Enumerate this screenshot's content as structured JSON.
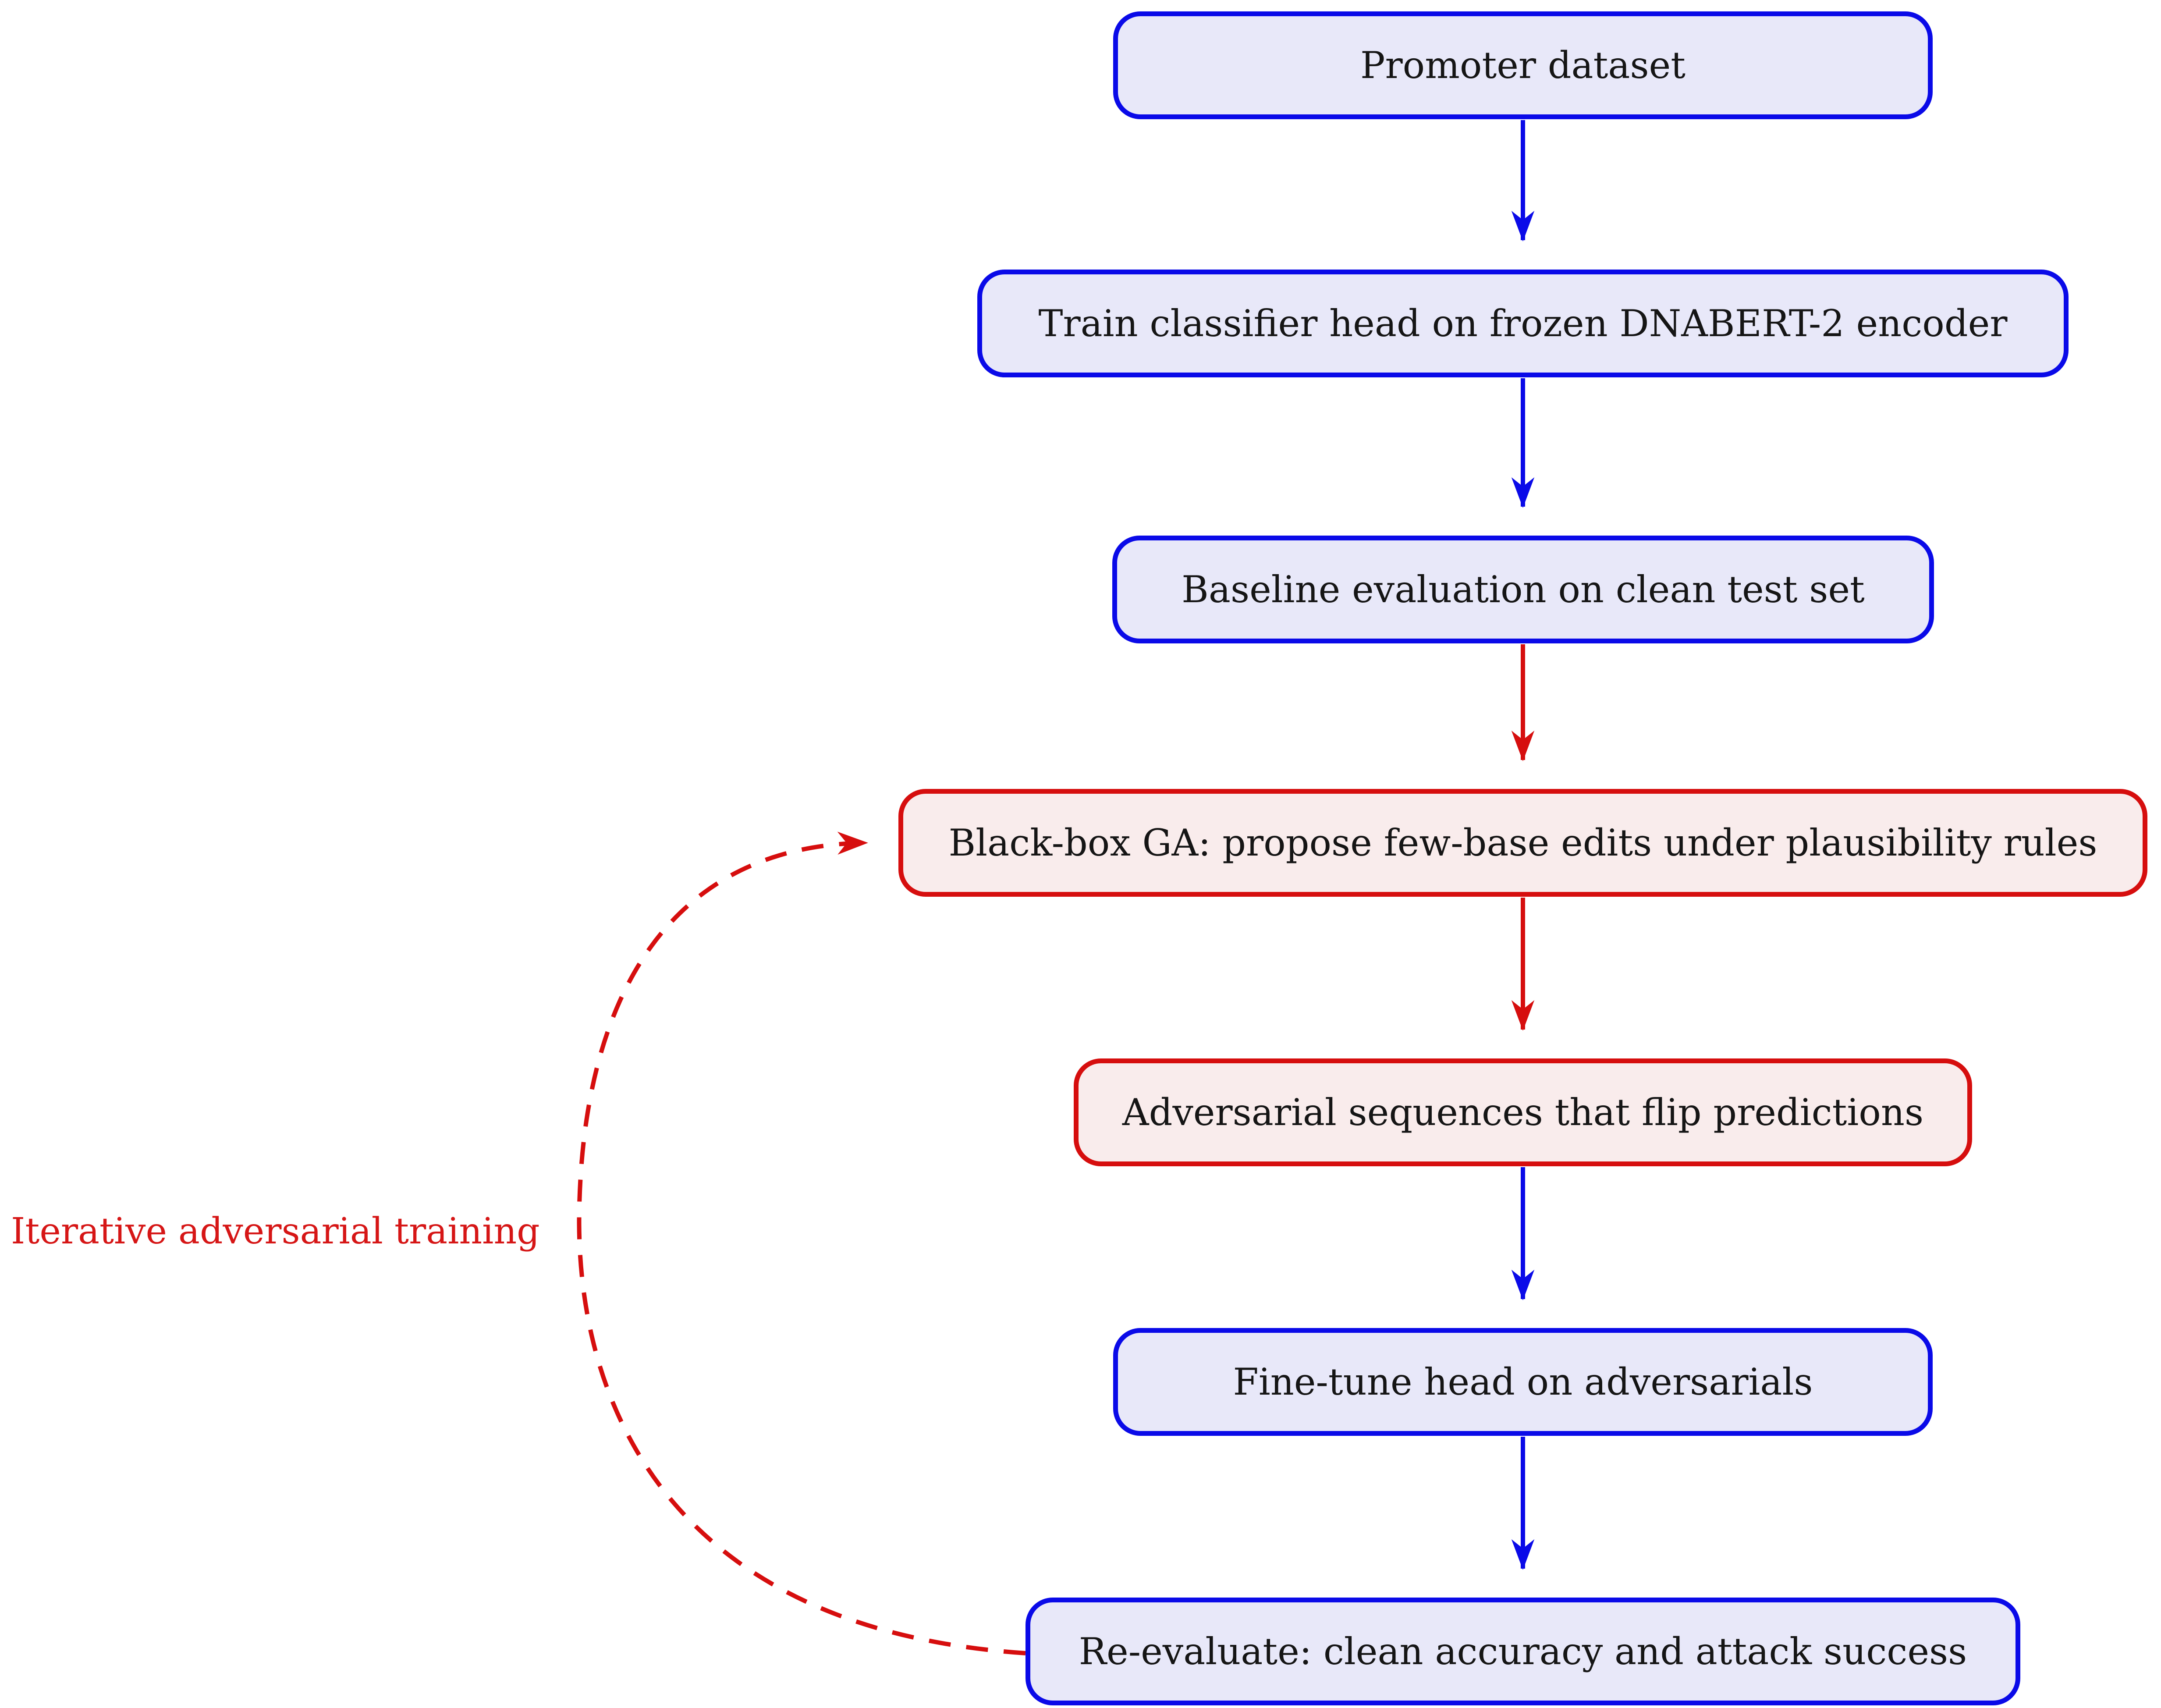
{
  "diagram": {
    "nodes": [
      {
        "id": "promoter",
        "label": "Promoter dataset",
        "style": "blue"
      },
      {
        "id": "train",
        "label": "Train classifier head on frozen DNABERT-2 encoder",
        "style": "blue"
      },
      {
        "id": "baseline",
        "label": "Baseline evaluation on clean test set",
        "style": "blue"
      },
      {
        "id": "ga",
        "label": "Black-box GA: propose few-base edits under plausibility rules",
        "style": "red"
      },
      {
        "id": "adv",
        "label": "Adversarial sequences that flip predictions",
        "style": "red"
      },
      {
        "id": "finetune",
        "label": "Fine-tune head on adversarials",
        "style": "blue"
      },
      {
        "id": "reeval",
        "label": "Re-evaluate: clean accuracy and attack success",
        "style": "blue"
      }
    ],
    "edges": [
      {
        "from": "promoter",
        "to": "train",
        "color": "blue",
        "line": "solid"
      },
      {
        "from": "train",
        "to": "baseline",
        "color": "blue",
        "line": "solid"
      },
      {
        "from": "baseline",
        "to": "ga",
        "color": "red",
        "line": "solid"
      },
      {
        "from": "ga",
        "to": "adv",
        "color": "red",
        "line": "solid"
      },
      {
        "from": "adv",
        "to": "finetune",
        "color": "blue",
        "line": "solid"
      },
      {
        "from": "finetune",
        "to": "reeval",
        "color": "blue",
        "line": "solid"
      },
      {
        "from": "reeval",
        "to": "ga",
        "color": "red",
        "line": "dashed",
        "label": "Iterative adversarial training"
      }
    ],
    "loop_label": "Iterative adversarial training",
    "colors": {
      "blue_border": "#0a0ae8",
      "blue_fill": "#e8e8f9",
      "red_border": "#d60e0e",
      "red_fill": "#f9ecec",
      "blue_arrow": "#0a0ae8",
      "red_arrow": "#d60e0e",
      "loop_label_text": "#d61616",
      "node_text": "#151515",
      "background": "#ffffff"
    }
  }
}
